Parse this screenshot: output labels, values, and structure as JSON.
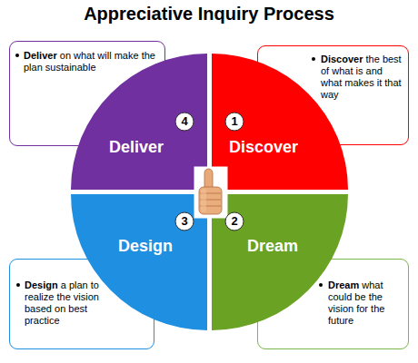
{
  "diagram": {
    "title": "Appreciative Inquiry Process",
    "nodes": [
      {
        "text": [
          "Deliver on what will make the plan sustainable"
        ]
      },
      {
        "text": [
          "Discover the best of what is and what makes it that way"
        ]
      },
      {
        "text": [
          "Deliver"
        ]
      },
      {
        "text": [
          "4"
        ],
        "in": 2
      },
      {
        "text": [
          "Discover"
        ]
      },
      {
        "text": [
          "1"
        ],
        "in": 4
      },
      {
        "text": [
          "Design"
        ]
      },
      {
        "text": [
          "3"
        ],
        "in": 6
      },
      {
        "text": [
          "Dream"
        ]
      },
      {
        "text": [
          "2"
        ],
        "in": 8
      },
      {
        "text": [
          "Design a plan to realize the vision based on best practice"
        ]
      },
      {
        "text": [
          "Dream what could be the vision for the future"
        ]
      }
    ]
  }
}
